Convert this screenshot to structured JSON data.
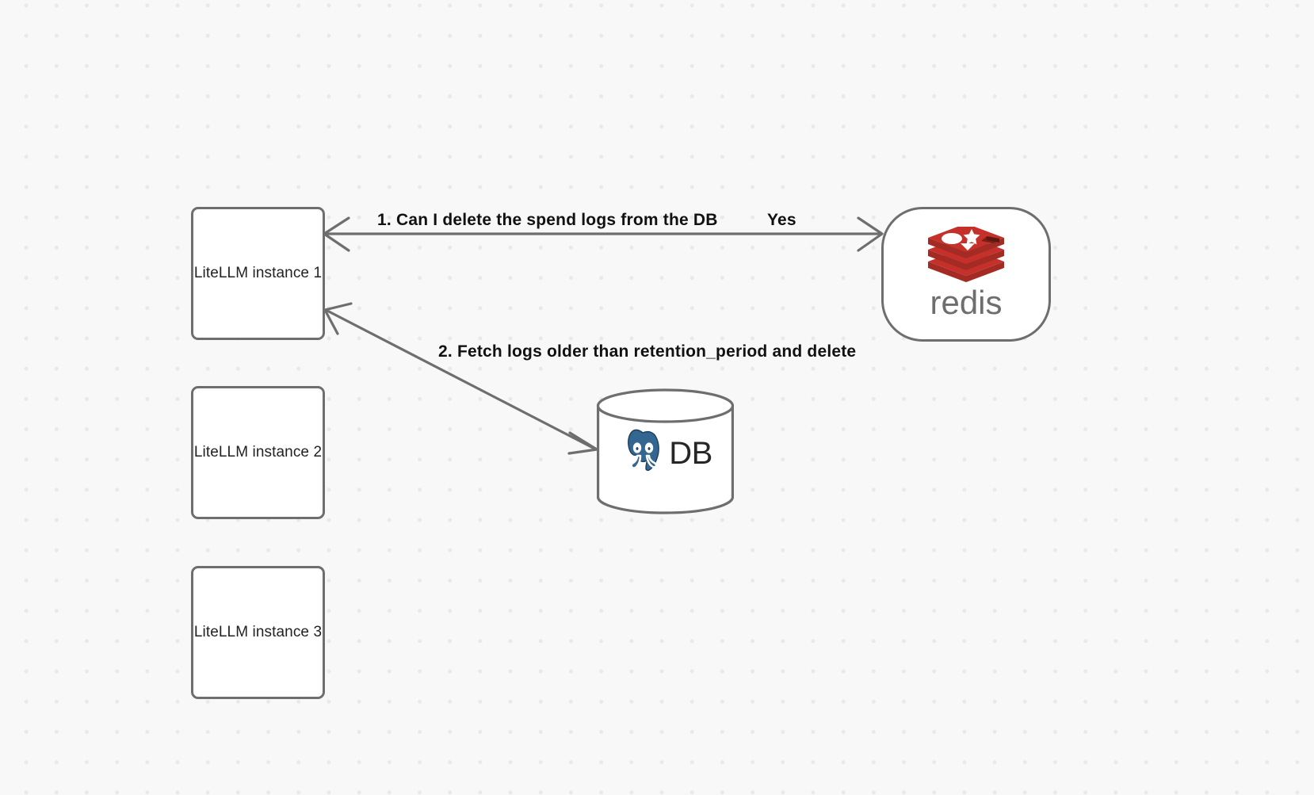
{
  "canvas": {
    "background_color": "#f8f8f8",
    "dot_color": "#e9e9e9",
    "grid": "dotted"
  },
  "diagram": {
    "type": "flow-diagram",
    "title_visible": false,
    "nodes": [
      {
        "id": "instance-1",
        "label": "LiteLLM instance 1",
        "shape": "rounded-rect"
      },
      {
        "id": "instance-2",
        "label": "LiteLLM instance 2",
        "shape": "rounded-rect"
      },
      {
        "id": "instance-3",
        "label": "LiteLLM instance 3",
        "shape": "rounded-rect"
      },
      {
        "id": "redis",
        "label": "redis",
        "shape": "stadium",
        "logo": "redis-logo"
      },
      {
        "id": "database",
        "label": "DB",
        "shape": "cylinder",
        "logo": "postgresql-elephant-logo"
      }
    ],
    "edges": [
      {
        "id": "edge-1",
        "from": "instance-1",
        "to": "redis",
        "label": "1.  Can I delete the spend logs from the DB",
        "direction": "bidirectional"
      },
      {
        "id": "edge-1-reply",
        "from": "redis",
        "to": "instance-1",
        "label": "Yes"
      },
      {
        "id": "edge-2",
        "from": "database",
        "to": "instance-1",
        "label": "2.  Fetch logs older than retention_period and delete",
        "direction": "bidirectional"
      }
    ]
  },
  "colors": {
    "node_border": "#6e6e6e",
    "node_fill": "#ffffff",
    "edge_stroke": "#6e6e6e",
    "label_text": "#111111",
    "node_text": "#222222",
    "redis_red": "#c6302b",
    "redis_red_dark": "#a32b23",
    "redis_word_gray": "#6e6e6e",
    "postgres_blue": "#336791"
  }
}
